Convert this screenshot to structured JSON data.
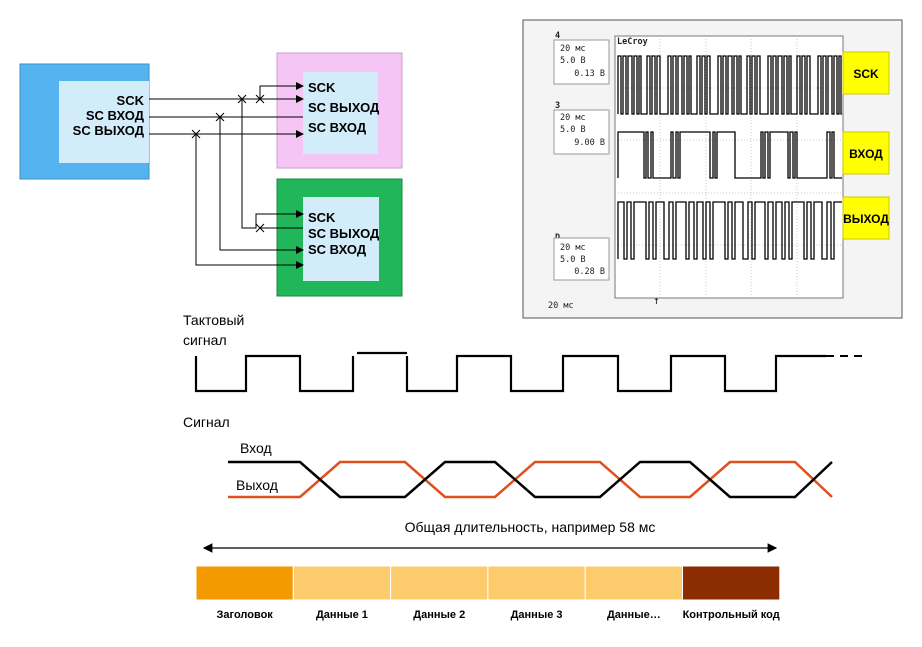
{
  "master": {
    "labels": [
      "SCK",
      "SC ВХОД",
      "SC ВЫХОД"
    ]
  },
  "slave1": {
    "labels": [
      "SCK",
      "SC ВЫХОД",
      "SC ВХОД"
    ]
  },
  "slave2": {
    "labels": [
      "SCK",
      "SC ВЫХОД",
      "SC ВХОД"
    ]
  },
  "scope": {
    "brand": "LeCroy",
    "channels": [
      {
        "marker": "4",
        "time": "20 мс",
        "volts": "5.0 В",
        "offset": "0.13 В",
        "tag": "SCK"
      },
      {
        "marker": "3",
        "time": "20 мс",
        "volts": "5.0 В",
        "offset": "9.00 В",
        "tag": "ВХОД"
      },
      {
        "marker": "D",
        "time": "20 мс",
        "volts": "5.0 В",
        "offset": "0.28 В",
        "tag": "ВЫХОД"
      }
    ],
    "timebase": "20 мс"
  },
  "timing": {
    "clock_label_line1": "Тактовый",
    "clock_label_line2": "сигнал",
    "signal_label": "Сигнал",
    "input_label": "Вход",
    "output_label": "Выход",
    "duration_label": "Общая длительность, например 58 мс"
  },
  "frame": {
    "segments": [
      {
        "label": "Заголовок",
        "color": "#f39a00"
      },
      {
        "label": "Данные 1",
        "color": "#fccc6c"
      },
      {
        "label": "Данные 2",
        "color": "#fccc6c"
      },
      {
        "label": "Данные 3",
        "color": "#fccc6c"
      },
      {
        "label": "Данные…",
        "color": "#fccc6c"
      },
      {
        "label": "Контрольный код",
        "color": "#8b2d00"
      }
    ]
  },
  "colors": {
    "master_box": "#55b4f0",
    "inner_box": "#d2ecfa",
    "slave1_box": "#f5c6f5",
    "slave2_box": "#22b65a",
    "scope_tag_bg": "#ffff00",
    "input_wave": "#000000",
    "output_wave": "#e0501e"
  }
}
